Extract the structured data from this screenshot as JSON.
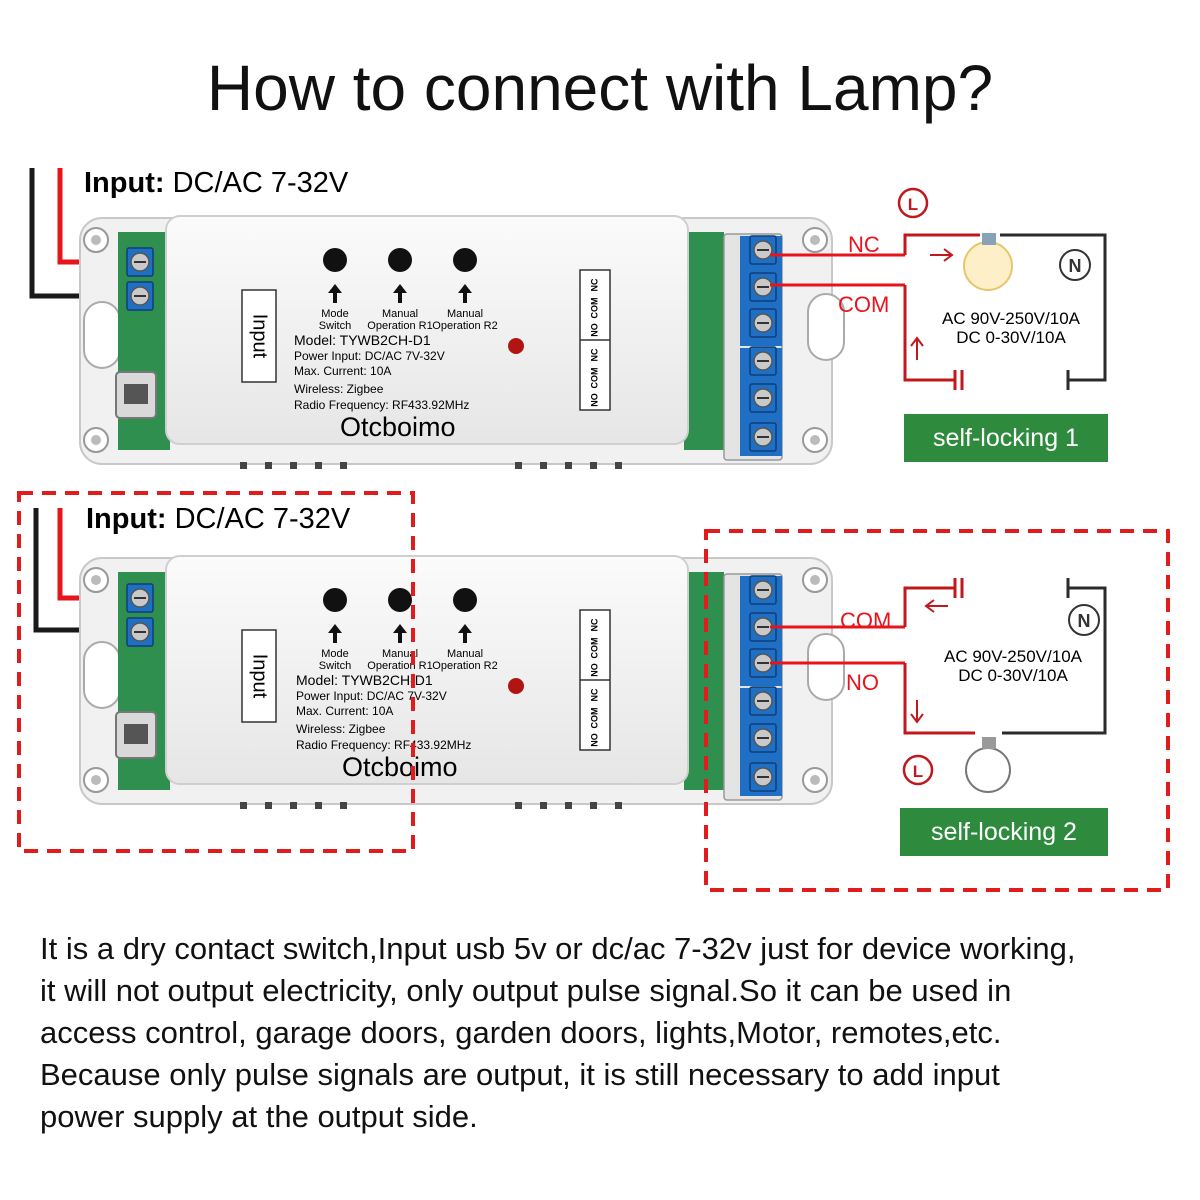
{
  "title": "How to connect with Lamp?",
  "colors": {
    "wire_red": "#e8141c",
    "wire_black": "#1a1a1a",
    "dashed_frame": "#e01c1c",
    "terminal_blue": "#1f6fc4",
    "mode_badge": "#2e8b3e",
    "pcb_green": "#2f8f4e",
    "enclosure": "#f1f1f1",
    "circuit_line": "#2b2b2b",
    "circuit_red": "#c0181c"
  },
  "units": [
    {
      "input_label_key": "Input:",
      "input_label_value": " DC/AC 7-32V",
      "input_tag": "Input",
      "buttons": [
        {
          "label_1": "Mode",
          "label_2": "Switch"
        },
        {
          "label_1": "Manual",
          "label_2": "Operation R1"
        },
        {
          "label_1": "Manual",
          "label_2": "Operation R2"
        }
      ],
      "specs": [
        "Model: TYWB2CH-D1",
        "Power Input: DC/AC 7V-32V",
        "Max. Current: 10A",
        "Wireless: Zigbee",
        "Radio Frequency: RF433.92MHz"
      ],
      "brand": "Otcboimo",
      "relay_labels": [
        "NC",
        "COM",
        "NO",
        "NC",
        "COM",
        "NO"
      ],
      "wire_labels": [
        "NC",
        "COM"
      ],
      "rating_1": "AC 90V-250V/10A",
      "rating_2": "DC 0-30V/10A",
      "mode_label": "self-locking 1",
      "symbol_l": "L",
      "symbol_n": "N"
    },
    {
      "input_label_key": "Input:",
      "input_label_value": " DC/AC 7-32V",
      "input_tag": "Input",
      "buttons": [
        {
          "label_1": "Mode",
          "label_2": "Switch"
        },
        {
          "label_1": "Manual",
          "label_2": "Operation R1"
        },
        {
          "label_1": "Manual",
          "label_2": "Operation R2"
        }
      ],
      "specs": [
        "Model: TYWB2CH-D1",
        "Power Input: DC/AC 7V-32V",
        "Max. Current: 10A",
        "Wireless: Zigbee",
        "Radio Frequency: RF433.92MHz"
      ],
      "brand": "Otcboimo",
      "relay_labels": [
        "NC",
        "COM",
        "NO",
        "NC",
        "COM",
        "NO"
      ],
      "wire_labels": [
        "COM",
        "NO"
      ],
      "rating_1": "AC 90V-250V/10A",
      "rating_2": "DC 0-30V/10A",
      "mode_label": "self-locking 2",
      "symbol_l": "L",
      "symbol_n": "N"
    }
  ],
  "note_lines": [
    "It is a dry contact switch,Input usb 5v or dc/ac 7-32v just for device working,",
    "it will not output electricity, only output pulse signal.So it can be used in",
    "access control, garage doors, garden doors, lights,Motor, remotes,etc.",
    "Because only pulse signals are output, it is still necessary to add input",
    "power supply at the output side."
  ]
}
